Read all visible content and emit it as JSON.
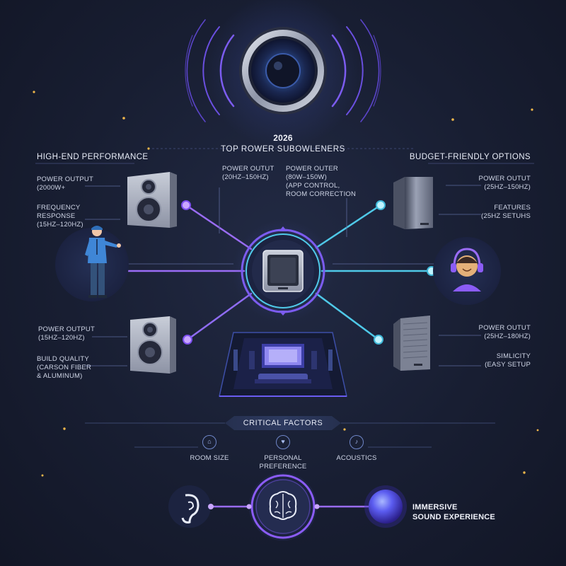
{
  "header": {
    "year": "2026",
    "title": "TOP ROWER SUBOWLENERS"
  },
  "center": {
    "left_spec": "POWER OUTUT\n(20Hz–150Hz)",
    "right_spec": "POWER OUTER\n(80W–150W)\n(APP CONTROL,\nROOM CORRECTION"
  },
  "high_end": {
    "heading": "HIGH-END PERFORMANCE",
    "items": [
      "POWER OUTPUT\n(2000W+",
      "FREQUENCY\nRESPONSE\n(15Hz–120Hz)",
      "POWER OUTPUT\n(15Hz–120Hz)",
      "BUILD QUALITY\n(CARSON FIBER\n& ALUMINUM)"
    ]
  },
  "budget": {
    "heading": "BUDGET-FRIENDLY OPTIONS",
    "items": [
      "POWER OUTUT\n(25Hz–150Hz)",
      "FEATURES\n(25Hz SETUHs",
      "POWER OUTUT\n(25Hz–180Hz)",
      "SIMLICITY\n(EASY SETUP"
    ]
  },
  "critical": {
    "label": "CRITICAL FACTORS",
    "factors": [
      {
        "label": "ROOM SIZE",
        "icon": "room-size-icon"
      },
      {
        "label": "PERSONAL PREFERENCE",
        "icon": "preference-icon"
      },
      {
        "label": "ACOUSTICS",
        "icon": "acoustics-icon"
      }
    ]
  },
  "footer": {
    "outcome": "IMMERSIVE\nSOUND EXPERIENCE",
    "icons": [
      "ear-icon",
      "brain-icon",
      "sound-orb-icon"
    ]
  },
  "colors": {
    "background": "#161b2c",
    "purple_accent": "#8b5cf6",
    "cyan_accent": "#5ee6f0",
    "gold_dot": "#f2b84b"
  }
}
